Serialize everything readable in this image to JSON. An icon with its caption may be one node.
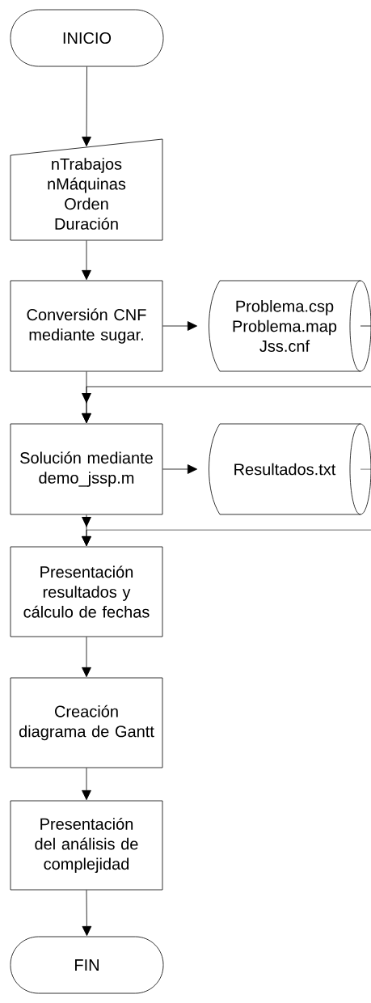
{
  "diagram": {
    "nodes": [
      {
        "text": [
          "INICIO"
        ]
      },
      {
        "text": [
          "nTrabajos",
          "nMáquinas",
          "Orden",
          "Duración"
        ]
      },
      {
        "text": [
          "Conversión CNF mediante sugar."
        ]
      },
      {
        "text": [
          "Problema.csp",
          "Problema.map",
          "Jss.cnf"
        ]
      },
      {
        "text": [
          "Solución mediante demo_jssp.m"
        ]
      },
      {
        "text": [
          "Resultados.txt"
        ]
      },
      {
        "text": [
          "Presentación resultados y cálculo de fechas"
        ]
      },
      {
        "text": [
          "Creación diagrama de Gantt"
        ]
      },
      {
        "text": [
          "Presentación del análisis de complejidad"
        ]
      },
      {
        "text": [
          "FIN"
        ]
      }
    ],
    "edges": [
      {
        "from": 0,
        "to": 1,
        "arrow": "to"
      },
      {
        "from": 1,
        "to": 2,
        "arrow": "to"
      },
      {
        "from": 2,
        "to": 3,
        "arrow": "to"
      },
      {
        "from": 2,
        "to": 4,
        "arrow": "to"
      },
      {
        "from": null,
        "to": 4,
        "arrow": "to"
      },
      {
        "from": 4,
        "to": 5,
        "arrow": "to"
      },
      {
        "from": 4,
        "to": 6,
        "arrow": "to"
      },
      {
        "from": null,
        "to": 6,
        "arrow": "to"
      },
      {
        "from": 6,
        "to": 7,
        "arrow": "to"
      },
      {
        "from": 7,
        "to": 8,
        "arrow": "to"
      },
      {
        "from": 8,
        "to": 9,
        "arrow": "to"
      }
    ]
  }
}
